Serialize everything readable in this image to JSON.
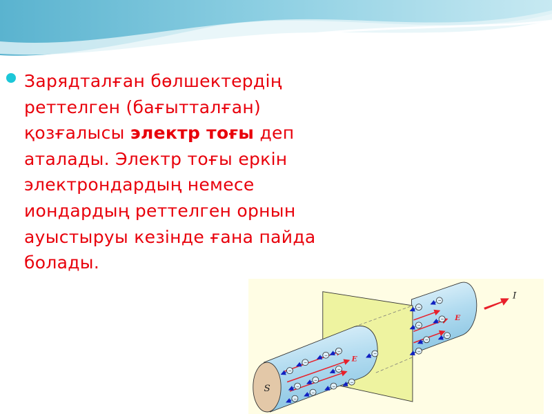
{
  "slide": {
    "bullet_color": "#1cc7d8",
    "text_color": "#e8000b",
    "paragraph": {
      "part1": "Зарядталған бөлшектердің реттелген (бағытталған) қозғалысы ",
      "bold": "электр тоғы",
      "part2": " деп аталады. Электр тоғы еркін электрондардың немесе иондардың реттелген орнын ауыстыруы кезінде ғана пайда болады."
    }
  },
  "diagram": {
    "cross_section_label": "S",
    "current_label": "I",
    "field_label": "E",
    "electron_label": "−",
    "background_color": "#fffde4",
    "plane_color": "#eef3a0",
    "conductor_color": "#b8dff2",
    "field_arrow_color": "#e8202a",
    "electron_velocity_color": "#1020c0"
  }
}
